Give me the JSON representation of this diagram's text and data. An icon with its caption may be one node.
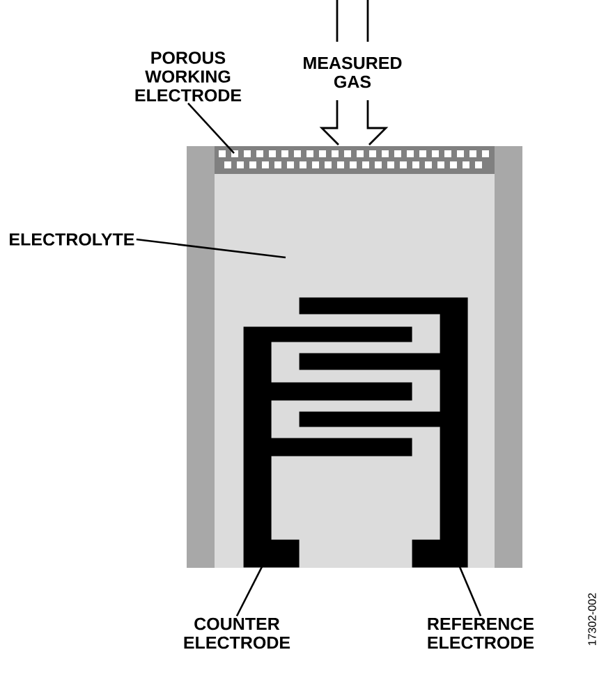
{
  "diagram": {
    "nodes": [
      {
        "text": [
          "POROUS WORKING ELECTRODE"
        ]
      },
      {
        "text": [],
        "shape": "bar"
      },
      {
        "text": [
          "ELECTROLYTE"
        ]
      },
      {
        "text": [],
        "shape": "box"
      },
      {
        "text": [],
        "shape": "comb",
        "in": 3
      },
      {
        "text": [],
        "shape": "comb",
        "in": 3
      },
      {
        "text": [
          "COUNTER ELECTRODE"
        ]
      },
      {
        "text": [
          "REFERENCE ELECTRODE"
        ]
      }
    ],
    "edges": [
      {
        "from": 0,
        "to": 1,
        "arrow": "none"
      },
      {
        "from": 2,
        "to": 3,
        "arrow": "none"
      },
      {
        "from": 6,
        "to": 4,
        "arrow": "none"
      },
      {
        "from": 7,
        "to": 5,
        "arrow": "none"
      }
    ],
    "labels": [
      "MEASURED GAS",
      "17302-002"
    ]
  }
}
